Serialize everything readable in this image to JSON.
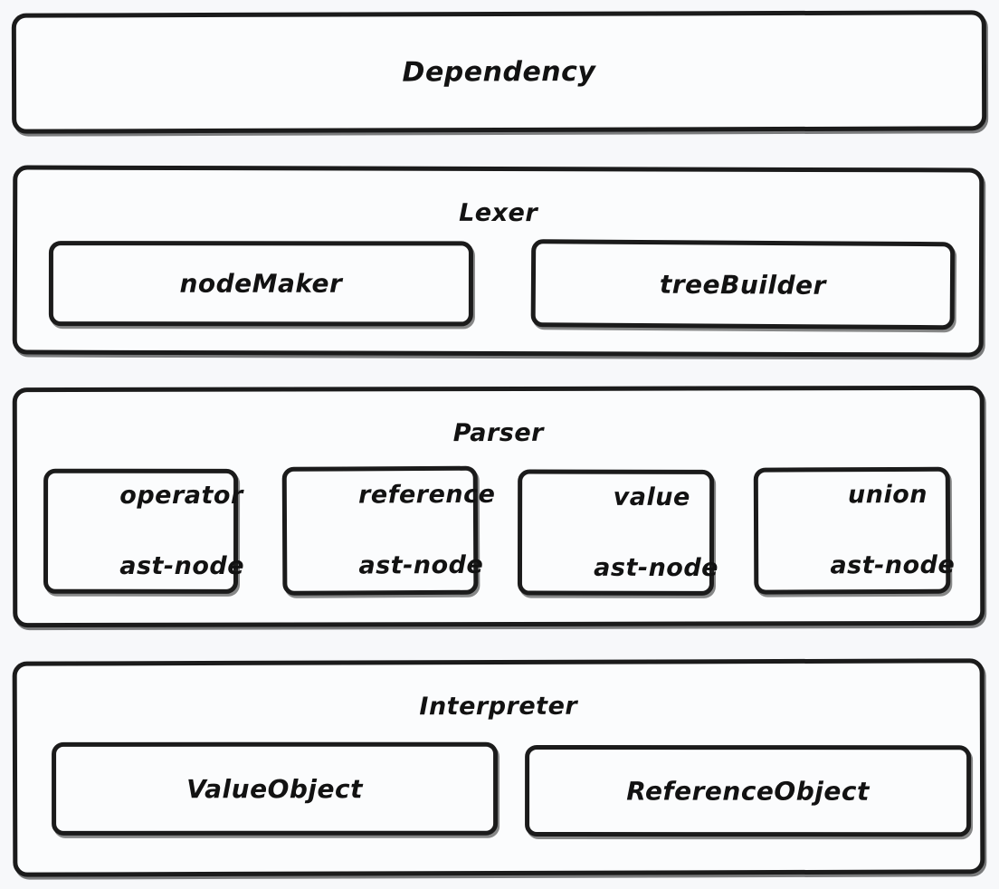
{
  "diagram": {
    "title": "Dependency",
    "background_color": "#f7f8fa",
    "box_fill_color": "#fbfcfd",
    "border_color": "#1b1b1b",
    "text_color": "#121212",
    "sections": [
      {
        "id": "dependency",
        "title": "Dependency",
        "children": []
      },
      {
        "id": "lexer",
        "title": "Lexer",
        "children": [
          {
            "id": "node-maker",
            "label": "nodeMaker"
          },
          {
            "id": "tree-builder",
            "label": "treeBuilder"
          }
        ]
      },
      {
        "id": "parser",
        "title": "Parser",
        "children": [
          {
            "id": "operator-ast-node",
            "line1": "operator",
            "line2": "ast-node"
          },
          {
            "id": "reference-ast-node",
            "line1": "reference",
            "line2": "ast-node"
          },
          {
            "id": "value-ast-node",
            "line1": "value",
            "line2": "ast-node"
          },
          {
            "id": "union-ast-node",
            "line1": "union",
            "line2": "ast-node"
          }
        ]
      },
      {
        "id": "interpreter",
        "title": "Interpreter",
        "children": [
          {
            "id": "value-object",
            "label": "ValueObject"
          },
          {
            "id": "reference-object",
            "label": "ReferenceObject"
          }
        ]
      }
    ]
  }
}
